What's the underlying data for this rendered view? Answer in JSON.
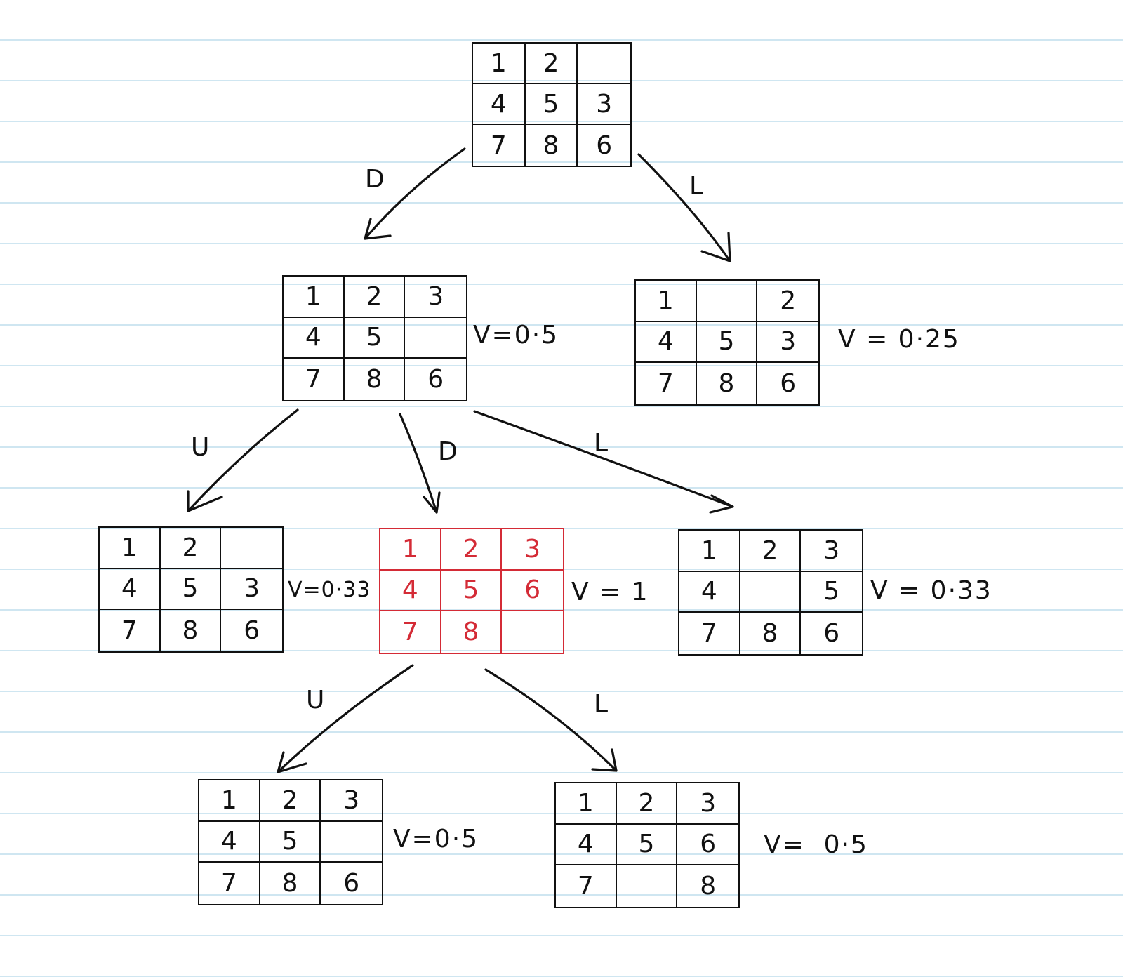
{
  "tree": {
    "root": {
      "cells": [
        "1",
        "2",
        "",
        "4",
        "5",
        "3",
        "7",
        "8",
        "6"
      ]
    },
    "node_d": {
      "cells": [
        "1",
        "2",
        "3",
        "4",
        "5",
        "",
        "7",
        "8",
        "6"
      ],
      "value": "V=0·5"
    },
    "node_l": {
      "cells": [
        "1",
        "",
        "2",
        "4",
        "5",
        "3",
        "7",
        "8",
        "6"
      ],
      "value": "V = 0·25"
    },
    "node_du": {
      "cells": [
        "1",
        "2",
        "",
        "4",
        "5",
        "3",
        "7",
        "8",
        "6"
      ],
      "value": "V=0·33"
    },
    "node_dd": {
      "cells": [
        "1",
        "2",
        "3",
        "4",
        "5",
        "6",
        "7",
        "8",
        ""
      ],
      "value": "V = 1",
      "highlight_color": "#d42b36"
    },
    "node_dl": {
      "cells": [
        "1",
        "2",
        "3",
        "4",
        "",
        "5",
        "7",
        "8",
        "6"
      ],
      "value": "V = 0·33"
    },
    "node_ddu": {
      "cells": [
        "1",
        "2",
        "3",
        "4",
        "5",
        "",
        "7",
        "8",
        "6"
      ],
      "value": "V=0·5"
    },
    "node_ddl": {
      "cells": [
        "1",
        "2",
        "3",
        "4",
        "5",
        "6",
        "7",
        "",
        "8"
      ],
      "value": "V=  0·5"
    }
  },
  "edges": {
    "root_d": "D",
    "root_l": "L",
    "d_u": "U",
    "d_d": "D",
    "d_l": "L",
    "dd_u": "U",
    "dd_l": "L"
  }
}
